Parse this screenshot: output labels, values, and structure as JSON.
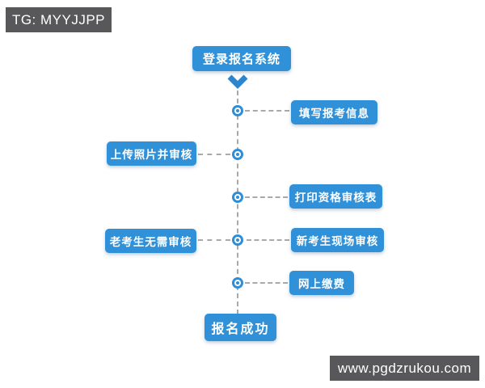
{
  "watermarks": {
    "top": "TG: MYYJJPP",
    "bottom": "www.pgdzrukou.com"
  },
  "flow": {
    "start": "登录报名系统",
    "end": "报名成功",
    "steps": [
      {
        "side": "right",
        "label": "填写报考信息"
      },
      {
        "side": "left",
        "label": "上传照片并审核"
      },
      {
        "side": "right",
        "label": "打印资格审核表"
      },
      {
        "side": "left",
        "label": "老考生无需审核"
      },
      {
        "side": "right",
        "label": "新考生现场审核"
      },
      {
        "side": "right",
        "label": "网上缴费"
      }
    ]
  },
  "icons": {
    "chevron_down": "chevron-down-icon",
    "node": "flow-node-bullseye"
  },
  "colors": {
    "accent_blue": "#3090d8",
    "node_blue": "#2f8ed6",
    "badge_gray": "#58585a",
    "connector_gray": "#a9a9a9",
    "background": "#ffffff",
    "text_on_blue": "#ffffff"
  }
}
